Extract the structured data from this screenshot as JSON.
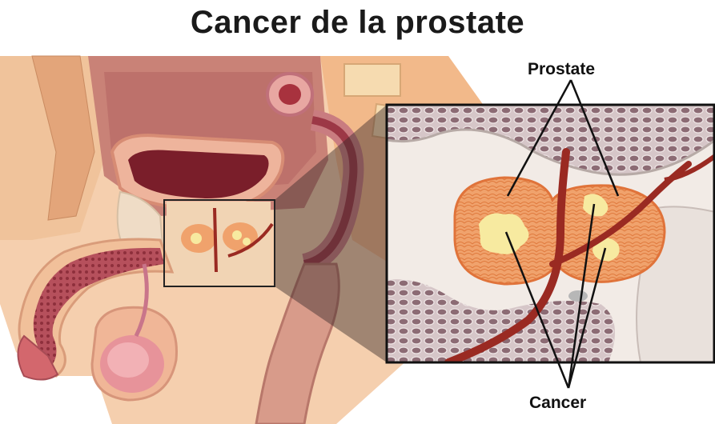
{
  "title": "Cancer de la prostate",
  "labels": {
    "prostate": "Prostate",
    "cancer": "Cancer"
  },
  "colors": {
    "skin": "#f2c9a3",
    "tissue_pink": "#e8a08a",
    "bladder": "#7a1e2a",
    "vessel": "#9a2a22",
    "prostate_fill": "#e88a55",
    "tumor": "#f7eaa0",
    "bone": "#d9cfc4",
    "bone_cells": "#6a4a52",
    "inset_border": "#111111"
  },
  "icons": {
    "anatomy": "male-pelvis-cross-section",
    "inset": "prostate-magnified-inset"
  }
}
